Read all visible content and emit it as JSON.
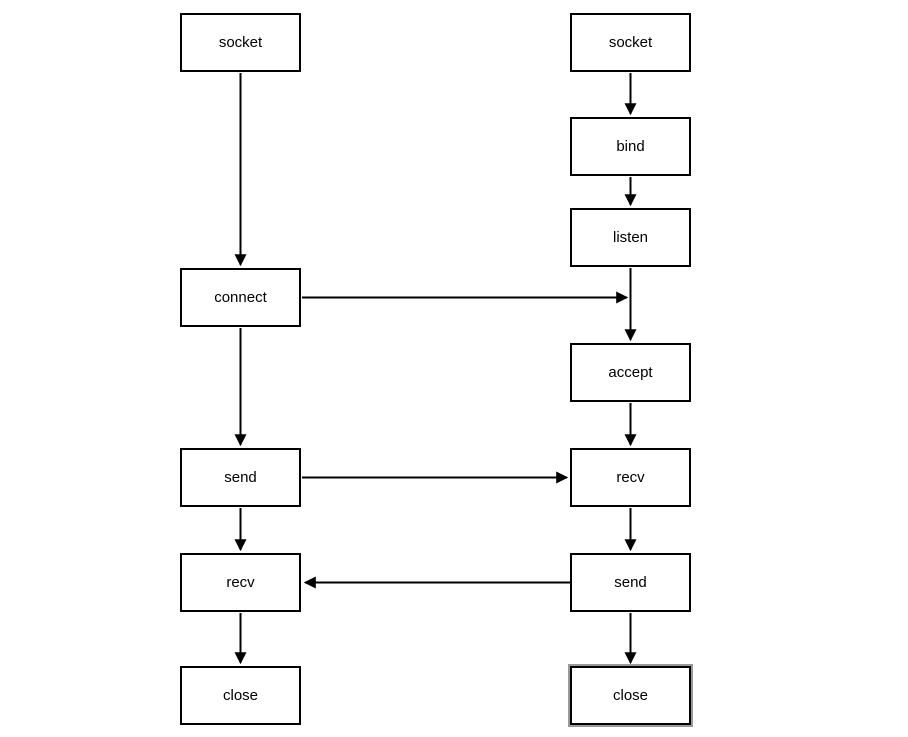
{
  "diagram": {
    "type": "flowchart",
    "left_column": {
      "nodes": [
        {
          "id": "left-socket",
          "label": "socket"
        },
        {
          "id": "left-connect",
          "label": "connect"
        },
        {
          "id": "left-send",
          "label": "send"
        },
        {
          "id": "left-recv",
          "label": "recv"
        },
        {
          "id": "left-close",
          "label": "close"
        }
      ]
    },
    "right_column": {
      "nodes": [
        {
          "id": "right-socket",
          "label": "socket",
          "selected": false
        },
        {
          "id": "right-bind",
          "label": "bind",
          "selected": false
        },
        {
          "id": "right-listen",
          "label": "listen",
          "selected": false
        },
        {
          "id": "right-accept",
          "label": "accept",
          "selected": false
        },
        {
          "id": "right-recv",
          "label": "recv",
          "selected": false
        },
        {
          "id": "right-send",
          "label": "send",
          "selected": false
        },
        {
          "id": "right-close",
          "label": "close",
          "selected": true
        }
      ]
    },
    "edges": [
      {
        "from": "left-socket",
        "to": "left-connect"
      },
      {
        "from": "left-connect",
        "to": "left-send"
      },
      {
        "from": "left-send",
        "to": "left-recv"
      },
      {
        "from": "left-recv",
        "to": "left-close"
      },
      {
        "from": "right-socket",
        "to": "right-bind"
      },
      {
        "from": "right-bind",
        "to": "right-listen"
      },
      {
        "from": "right-listen",
        "to": "right-accept"
      },
      {
        "from": "right-accept",
        "to": "right-recv"
      },
      {
        "from": "right-recv",
        "to": "right-send"
      },
      {
        "from": "right-send",
        "to": "right-close"
      },
      {
        "from": "left-connect",
        "to": "right-listen-accept-line"
      },
      {
        "from": "left-send",
        "to": "right-recv"
      },
      {
        "from": "right-send",
        "to": "left-recv"
      }
    ],
    "colors": {
      "box_border": "#000000",
      "box_fill": "#ffffff",
      "text": "#000000",
      "edge": "#000000",
      "selected_outline": "#999999",
      "background": "#ffffff"
    }
  }
}
